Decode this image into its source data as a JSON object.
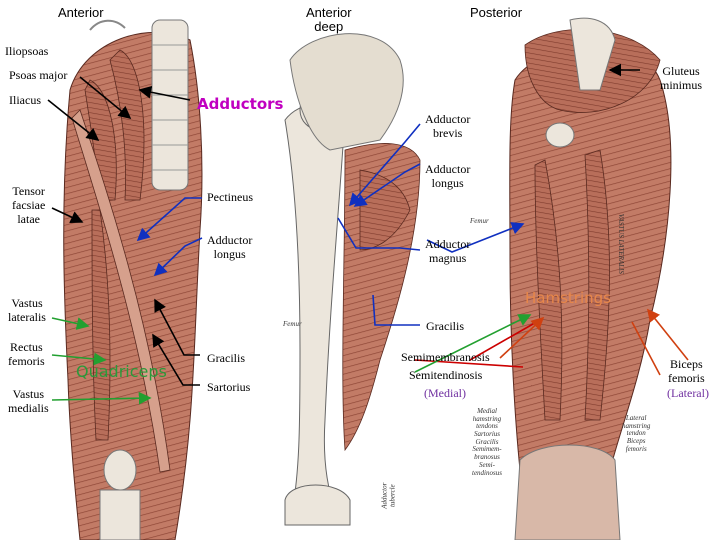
{
  "views": {
    "anterior": "Anterior",
    "anterior_deep": "Anterior\ndeep",
    "posterior": "Posterior"
  },
  "groups": {
    "adductors": "Adductors",
    "quadriceps": "Quadriceps",
    "hamstrings": "Hamstrings"
  },
  "labels": {
    "iliopsoas": "Iliopsoas",
    "psoas_major": "Psoas major",
    "iliacus": "Iliacus",
    "tensor_fasciae_latae": "Tensor\nfacsiae\nlatae",
    "pectineus": "Pectineus",
    "adductor_longus_left": "Adductor\nlongus",
    "vastus_lateralis": "Vastus\nlateralis",
    "rectus_femoris": "Rectus\nfemoris",
    "vastus_medialis": "Vastus\nmedialis",
    "gracilis_left": "Gracilis",
    "sartorius": "Sartorius",
    "adductor_brevis": "Adductor\nbrevis",
    "adductor_longus_right": "Adductor\nlongus",
    "adductor_magnus": "Adductor\nmagnus",
    "gracilis_right": "Gracilis",
    "gluteus_minimus": "Gluteus\nminimus",
    "semimembranosis": "Semimembranosis",
    "semitendinosis": "Semitendinosis",
    "medial": "(Medial)",
    "biceps_femoris": "Biceps\nfemoris",
    "lateral": "(Lateral)"
  },
  "illustration_text": {
    "femur_ant": "Femur",
    "femur_deep": "Femur",
    "adductor_tubercle": "Adductor\ntubercle",
    "vastus_lateralis_post": "VASTUS LATERALIS",
    "medial_hamstring_tendons": "Medial\nhamstring\ntendons\nSartorius\nGracilis\nSemimem-\nbranosus\nSemi-\ntendinosus",
    "lateral_hamstring_tendon": "Lateral\nhamstring\ntendon\nBiceps\nfemoris"
  },
  "colors": {
    "arrow_black": "#000000",
    "arrow_blue": "#1030c0",
    "arrow_green": "#22a030",
    "arrow_red": "#d04010",
    "arrow_purple": "#7030a0",
    "muscle": "#c07a66",
    "bone": "#ece6dc",
    "group_adductors": "#c000c0",
    "group_quadriceps": "#2a9a3a",
    "group_hamstrings": "#e8874a"
  }
}
